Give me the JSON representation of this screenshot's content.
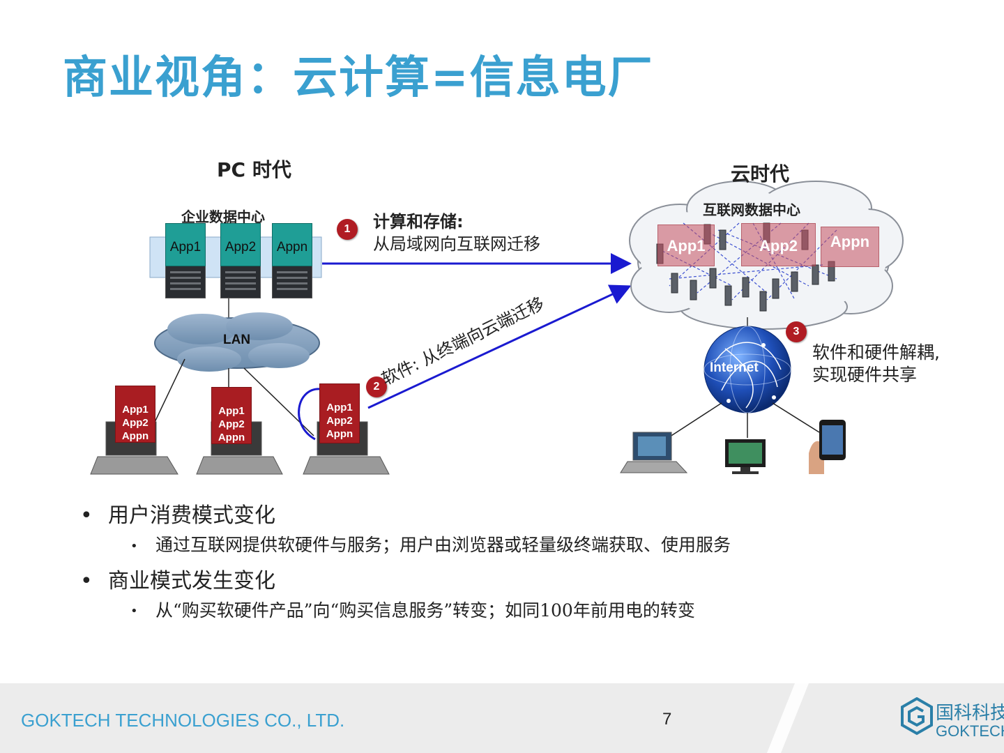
{
  "slide": {
    "title": "商业视角：云计算=信息电厂",
    "pc_era": {
      "heading": "PC 时代",
      "datacenter_label": "企业数据中心",
      "server_apps": [
        "App1",
        "App2",
        "Appn"
      ],
      "lan_label": "LAN",
      "client_apps": [
        "App1",
        "App2",
        "Appn"
      ]
    },
    "cloud_era": {
      "heading": "云时代",
      "datacenter_label": "互联网数据中心",
      "cloud_apps": [
        "App1",
        "App2",
        "Appn"
      ],
      "internet_label": "Internet"
    },
    "notes": {
      "n1_num": "1",
      "n1_title": "计算和存储:",
      "n1_text": "从局域网向互联网迁移",
      "n2_num": "2",
      "n2_text": "软件: 从终端向云端迁移",
      "n3_num": "3",
      "n3_line1": "软件和硬件解耦,",
      "n3_line2": "实现硬件共享"
    },
    "bullets": [
      {
        "text": "用户消费模式变化",
        "sub": "通过互联网提供软硬件与服务；用户由浏览器或轻量级终端获取、使用服务"
      },
      {
        "text": "商业模式发生变化",
        "sub": "从“购买软硬件产品”向“购买信息服务”转变；如同100年前用电的转变"
      }
    ]
  },
  "footer": {
    "company": "GOKTECH TECHNOLOGIES CO., LTD.",
    "page_number": "7",
    "logo_cn": "国科科技",
    "logo_en": "GOKTECH"
  },
  "colors": {
    "title_blue": "#3aa0d0",
    "badge_red": "#b01c23",
    "arrow_blue": "#1a1ad0",
    "app_teal": "#1f9e96",
    "app_red": "#a91d22"
  }
}
